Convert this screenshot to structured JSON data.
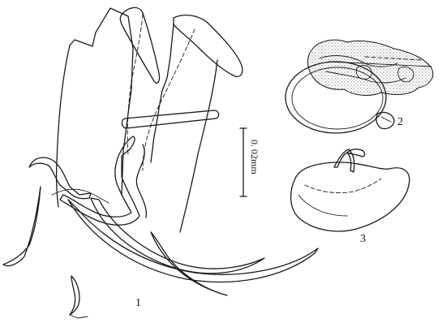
{
  "figures": [
    {
      "id": "fig1",
      "label": "1"
    },
    {
      "id": "fig2",
      "label": "2"
    },
    {
      "id": "fig3",
      "label": "3"
    }
  ],
  "scale_bar": {
    "label": "0. 02mm"
  },
  "colors": {
    "ink": "#1a1a1a",
    "background": "#ffffff"
  }
}
